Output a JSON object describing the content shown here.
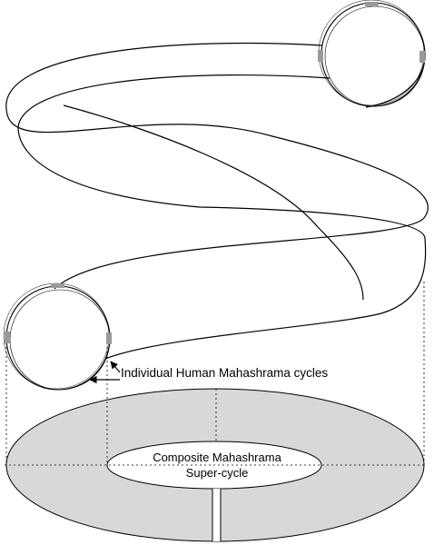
{
  "labels": {
    "individual_cycles": "Individual Human Mahashrama cycles",
    "composite_line1": "Composite Mahashrama",
    "composite_line2": "Super-cycle"
  },
  "colors": {
    "ring_fill": "#d8d8d8",
    "stroke": "#000000",
    "background": "#ffffff",
    "marker": "#9a9a9a"
  }
}
